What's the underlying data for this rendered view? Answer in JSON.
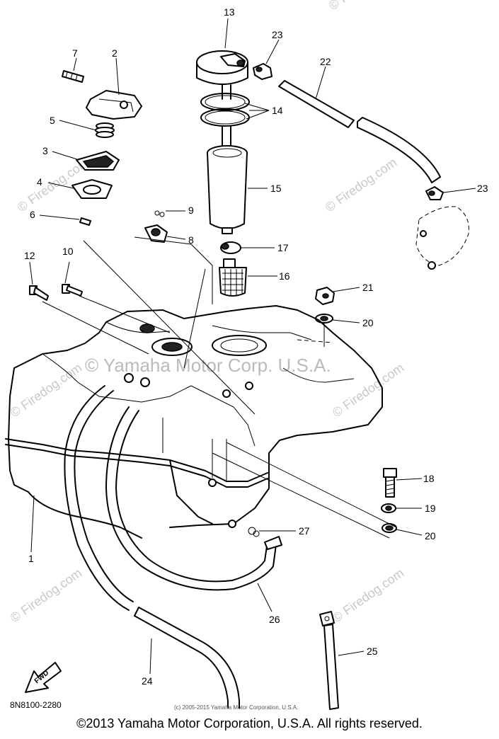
{
  "diagram": {
    "callouts": [
      {
        "id": "c13",
        "label": "13"
      },
      {
        "id": "c23a",
        "label": "23"
      },
      {
        "id": "c22",
        "label": "22"
      },
      {
        "id": "c7",
        "label": "7"
      },
      {
        "id": "c2",
        "label": "2"
      },
      {
        "id": "c14",
        "label": "14"
      },
      {
        "id": "c5",
        "label": "5"
      },
      {
        "id": "c3",
        "label": "3"
      },
      {
        "id": "c15",
        "label": "15"
      },
      {
        "id": "c23b",
        "label": "23"
      },
      {
        "id": "c4",
        "label": "4"
      },
      {
        "id": "c9",
        "label": "9"
      },
      {
        "id": "c6",
        "label": "6"
      },
      {
        "id": "c8",
        "label": "8"
      },
      {
        "id": "c17",
        "label": "17"
      },
      {
        "id": "c12",
        "label": "12"
      },
      {
        "id": "c10",
        "label": "10"
      },
      {
        "id": "c16",
        "label": "16"
      },
      {
        "id": "c21",
        "label": "21"
      },
      {
        "id": "c20a",
        "label": "20"
      },
      {
        "id": "c18",
        "label": "18"
      },
      {
        "id": "c19",
        "label": "19"
      },
      {
        "id": "c27",
        "label": "27"
      },
      {
        "id": "c20b",
        "label": "20"
      },
      {
        "id": "c1",
        "label": "1"
      },
      {
        "id": "c26",
        "label": "26"
      },
      {
        "id": "c25",
        "label": "25"
      },
      {
        "id": "c24",
        "label": "24"
      }
    ],
    "watermark_site": "© Firedog.com",
    "watermark_owner": "© Yamaha Motor Corp. U.S.A.",
    "fwd_label": "FWD",
    "drawing_code": "8N8100-2280",
    "small_copyright": "(c) 2005-2015 Yamaha Motor Corporation, U.S.A."
  },
  "footer": {
    "copyright": "©2013 Yamaha Motor Corporation, U.S.A. All rights reserved."
  }
}
